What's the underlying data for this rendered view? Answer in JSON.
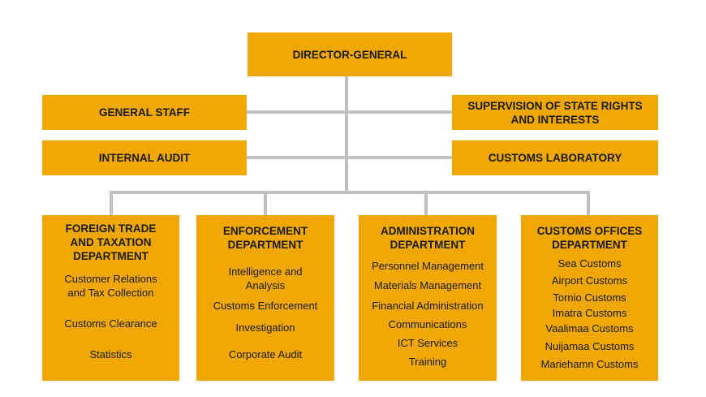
{
  "top": {
    "title": "DIRECTOR-GENERAL"
  },
  "left_units": [
    "GENERAL STAFF",
    "INTERNAL AUDIT"
  ],
  "right_units": [
    "SUPERVISION OF STATE RIGHTS AND INTERESTS",
    "CUSTOMS LABORATORY"
  ],
  "departments": [
    {
      "title": "FOREIGN TRADE AND TAXATION DEPARTMENT",
      "items": [
        "Customer Relations and Tax Collection",
        "Customs Clearance",
        "Statistics"
      ]
    },
    {
      "title": "ENFORCEMENT DEPARTMENT",
      "items": [
        "Intelligence and Analysis",
        "Customs Enforcement",
        "Investigation",
        "Corporate Audit"
      ]
    },
    {
      "title": "ADMINISTRATION DEPARTMENT",
      "items": [
        "Personnel Management",
        "Materials Management",
        "Financial Administration",
        "Communications",
        "ICT Services",
        "Training"
      ]
    },
    {
      "title": "CUSTOMS OFFICES DEPARTMENT",
      "items": [
        "Sea Customs",
        "Airport Customs",
        "Tornio Customs",
        "Imatra Customs",
        "Vaalimaa Customs",
        "Nuijamaa Customs",
        "Mariehamn Customs"
      ]
    }
  ],
  "colors": {
    "box": "#f0a800",
    "connector": "#c0c0c0"
  }
}
